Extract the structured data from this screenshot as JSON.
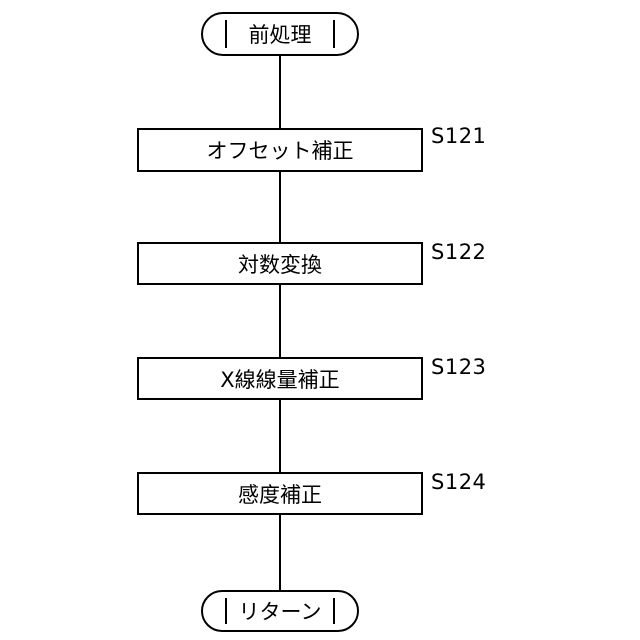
{
  "start": {
    "label": "前処理"
  },
  "steps": [
    {
      "id": "S121",
      "label": "オフセット補正"
    },
    {
      "id": "S122",
      "label": "対数変換"
    },
    {
      "id": "S123",
      "label": "X線線量補正"
    },
    {
      "id": "S124",
      "label": "感度補正"
    }
  ],
  "end": {
    "label": "リターン"
  }
}
